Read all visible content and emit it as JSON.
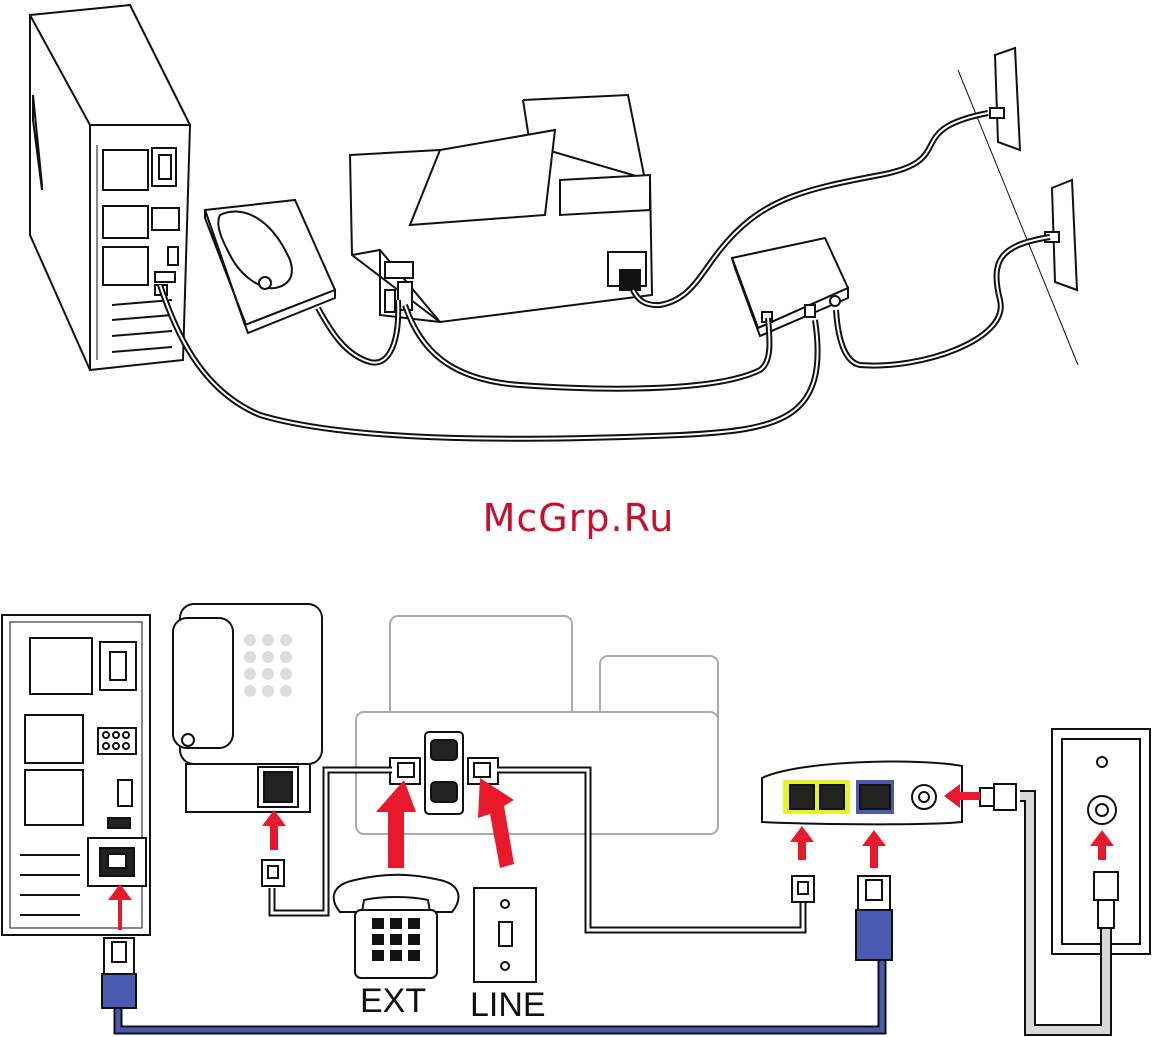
{
  "watermark": "McGrp.Ru",
  "labels": {
    "ext": "EXT",
    "line": "LINE"
  },
  "colors": {
    "arrow": "#e8192c",
    "ethernet_cable": "#4a5ab0",
    "adapter_highlight": "#e6f22a",
    "watermark": "#c8102e",
    "coax_cable": "#d8d8d8"
  }
}
